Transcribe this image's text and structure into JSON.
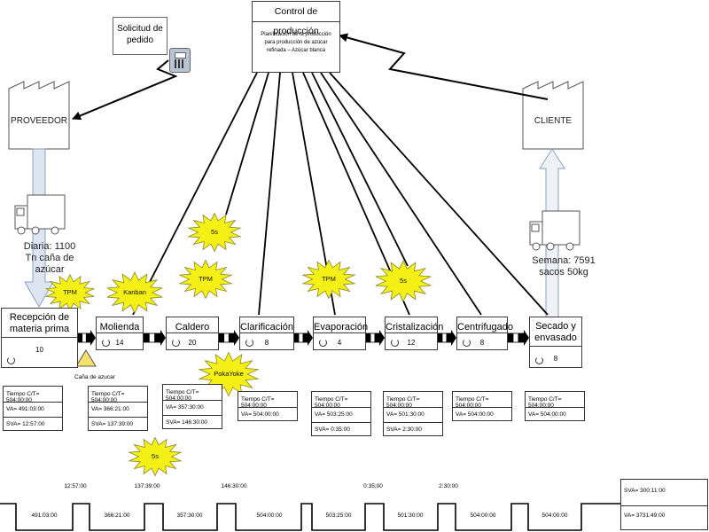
{
  "control": {
    "title": "Control de producción",
    "description": "Planificación de la producción para producción de azúcar refinada – Azúcar blanca"
  },
  "order": {
    "label": "Solicitud de pedido",
    "icon": "telephone-icon"
  },
  "supplier": {
    "label": "PROVEEDOR",
    "delivery": "Diaria: 1100 Tn caña de azúcar"
  },
  "customer": {
    "label": "CLIENTE",
    "shipment": "Semana: 7591 sacos 50kg"
  },
  "inventory": {
    "label": "Caña de azucar"
  },
  "processes": [
    {
      "name": "Recepción de materia prima",
      "operators": "10"
    },
    {
      "name": "Molienda",
      "operators": "14"
    },
    {
      "name": "Caldero",
      "operators": "20"
    },
    {
      "name": "Clarificación",
      "operators": "8"
    },
    {
      "name": "Evaporación",
      "operators": "4"
    },
    {
      "name": "Cristalización",
      "operators": "12"
    },
    {
      "name": "Centrifugado",
      "operators": "8"
    },
    {
      "name": "Secado y envasado",
      "operators": "8"
    }
  ],
  "bursts": [
    "TPM",
    "Kanban",
    "5s",
    "TPM",
    "PokaYoke",
    "TPM",
    "5s",
    "5s"
  ],
  "data_boxes": [
    {
      "ct": "Tiempo C/T= 504:00:00",
      "va": "VA= 491:03:00",
      "sva": "SVA= 12:57:00"
    },
    {
      "ct": "Tiempo C/T= 504:00:00",
      "va": "VA= 366:21:00",
      "sva": "SVA= 137:39:00"
    },
    {
      "ct": "Tiempo C/T= 504:00:00",
      "va": "VA= 357:30:00",
      "sva": "SVA= 146:30:00"
    },
    {
      "ct": "Tiempo C/T= 504:00:00",
      "va": "VA= 504:00:00"
    },
    {
      "ct": "Tiempo C/T= 504:00:00",
      "va": "VA= 503:25:00",
      "sva": "SVA= 0:35:00"
    },
    {
      "ct": "Tiempo C/T= 504:00:00",
      "va": "VA= 501:30:00",
      "sva": "SVA= 2:30:00"
    },
    {
      "ct": "Tiempo C/T= 504:00:00",
      "va": "VA= 504:00:00"
    },
    {
      "ct": "Tiempo C/T= 504:00:00",
      "va": "VA= 504:00:00"
    }
  ],
  "timeline": {
    "upper": [
      "12:57:00",
      "137:39:00",
      "146:30:00",
      "0:35:00",
      "2:30:00"
    ],
    "lower": [
      "491:03:00",
      "366:21:00",
      "357:30:00",
      "504:00:00",
      "503:25:00",
      "501:30:00",
      "504:00:00",
      "504:00:00"
    ],
    "total_sva": "SVA= 300:11:00",
    "total_va": "VA= 3731:49:00"
  }
}
